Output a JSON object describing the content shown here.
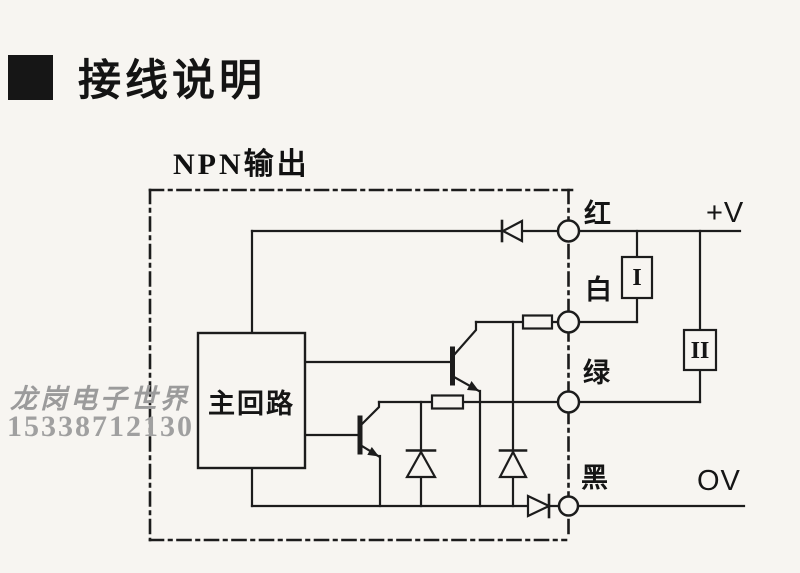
{
  "header": {
    "title": "接线说明"
  },
  "diagram": {
    "title": "NPN输出",
    "box_label": "主回路",
    "wire_labels": {
      "red": "红",
      "white": "白",
      "green": "绿",
      "black": "黑"
    },
    "terminals": {
      "positive": "+V",
      "ground": "OV"
    },
    "loads": {
      "load1": "I",
      "load2": "II"
    }
  },
  "watermark": {
    "line1": "龙岗电子世界",
    "line2": "15338712130"
  },
  "colors": {
    "ink": "#1c1c1c",
    "paper": "#f7f5f1",
    "watermark_gray": "#9b9b9b"
  }
}
